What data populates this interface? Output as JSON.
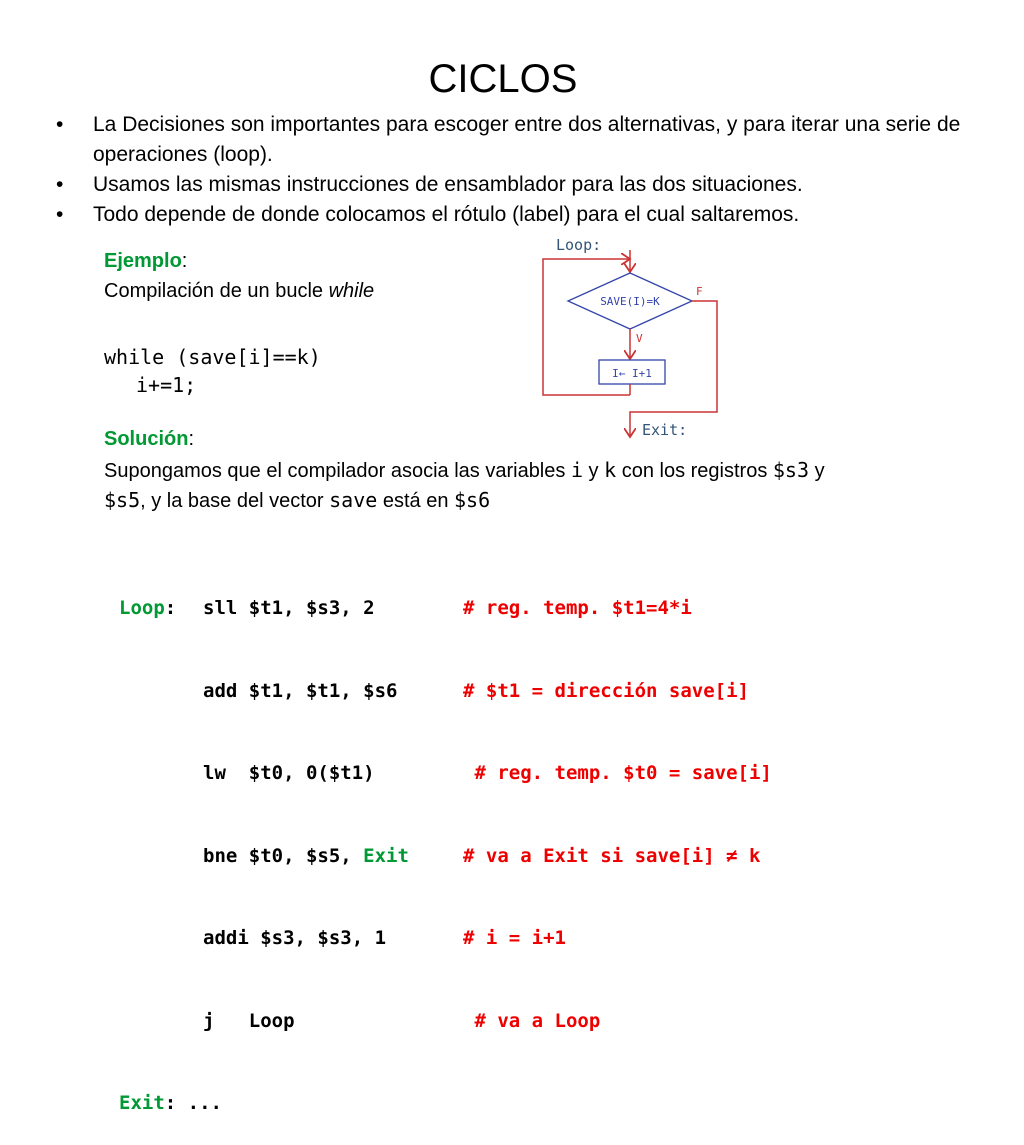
{
  "title": "CICLOS",
  "bullets": [
    "La Decisiones son importantes para escoger entre dos alternativas, y para iterar una serie de operaciones (loop).",
    "Usamos las mismas instrucciones de ensamblador para las dos situaciones.",
    "Todo depende de donde colocamos el rótulo (label) para el cual saltaremos."
  ],
  "bullet_char": "•",
  "example": {
    "heading": "Ejemplo",
    "heading_suffix": ":",
    "line_prefix": "Compilación de un bucle ",
    "line_em": "while",
    "code_line1": "while (save[i]==k)",
    "code_line2": "i+=1;"
  },
  "solution": {
    "heading": "Solución",
    "heading_suffix": ":",
    "t1": "Supongamos que el compilador asocia las variables ",
    "v1": "i",
    "t2": " y ",
    "v2": "k",
    "t3": " con los registros ",
    "v3": "$s3",
    "t4": " y",
    "v4": "$s5",
    "t5": ", y la base del vector ",
    "v5": "save",
    "t6": " está en ",
    "v6": "$s6"
  },
  "flowchart": {
    "loop_label": "Loop:",
    "condition": "SAVE(I)=K",
    "false_label": "F",
    "true_label": "V",
    "action": "I← I+1",
    "exit_label": "Exit:"
  },
  "assembly": [
    {
      "label": "Loop",
      "colon": ":",
      "op": "sll $t1, $s3, 2",
      "comment": "# reg. temp. $t1=4*i"
    },
    {
      "label": "",
      "colon": "",
      "op": "add $t1, $t1, $s6",
      "comment": "# $t1 = dirección save[i]"
    },
    {
      "label": "",
      "colon": "",
      "op": "lw  $t0, 0($t1)",
      "comment": " # reg. temp. $t0 = save[i]"
    },
    {
      "label": "",
      "colon": "",
      "op_prefix": "bne $t0, $s5, ",
      "op_green": "Exit",
      "comment": "# va a Exit si save[i] ≠ k"
    },
    {
      "label": "",
      "colon": "",
      "op": "addi $s3, $s3, 1",
      "comment": "# i = i+1"
    },
    {
      "label": "",
      "colon": "",
      "op": "j   Loop",
      "comment": " # va a Loop"
    },
    {
      "label": "Exit",
      "colon": ": ...",
      "op": "",
      "comment": ""
    }
  ],
  "colors": {
    "green": "#009933",
    "red": "#ee0000",
    "flow_line": "#cc3333",
    "flow_label": "#335577",
    "flow_box": "#3344aa"
  }
}
